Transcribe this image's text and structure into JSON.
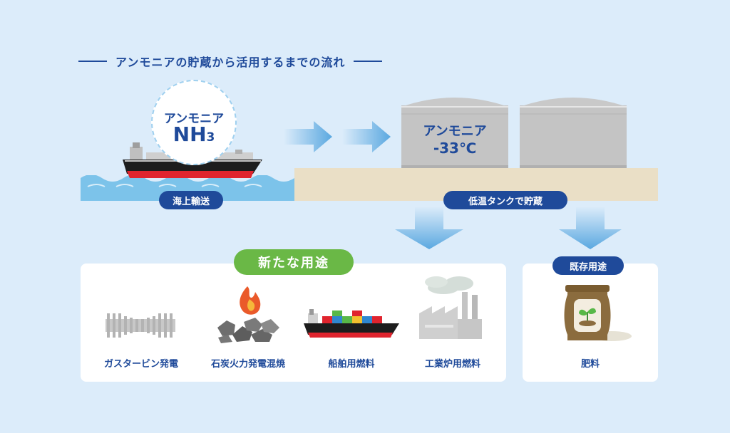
{
  "header": {
    "title": "アンモニアの貯蔵から活用するまでの流れ"
  },
  "sea_transport": {
    "substance_name": "アンモニア",
    "formula_main": "NH",
    "formula_sub": "3",
    "label": "海上輸送"
  },
  "storage": {
    "tank_substance": "アンモニア",
    "temperature": "-33℃",
    "label": "低温タンクで貯蔵"
  },
  "new_uses": {
    "badge": "新たな用途",
    "items": [
      {
        "label": "ガスタービン発電",
        "icon": "gas-turbine-icon"
      },
      {
        "label": "石炭火力発電混焼",
        "icon": "coal-fire-icon"
      },
      {
        "label": "船舶用燃料",
        "icon": "cargo-ship-icon"
      },
      {
        "label": "工業炉用燃料",
        "icon": "factory-icon"
      }
    ]
  },
  "existing_uses": {
    "badge": "既存用途",
    "items": [
      {
        "label": "肥料",
        "icon": "fertilizer-bag-icon"
      }
    ]
  },
  "colors": {
    "navy": "#1f4a9a",
    "green": "#6ab846",
    "background": "#dcecfa",
    "sea": "#7cc3ea",
    "ground": "#eadfc6",
    "tank": "#c4c4c4",
    "ship_hull_red": "#e0242e"
  }
}
